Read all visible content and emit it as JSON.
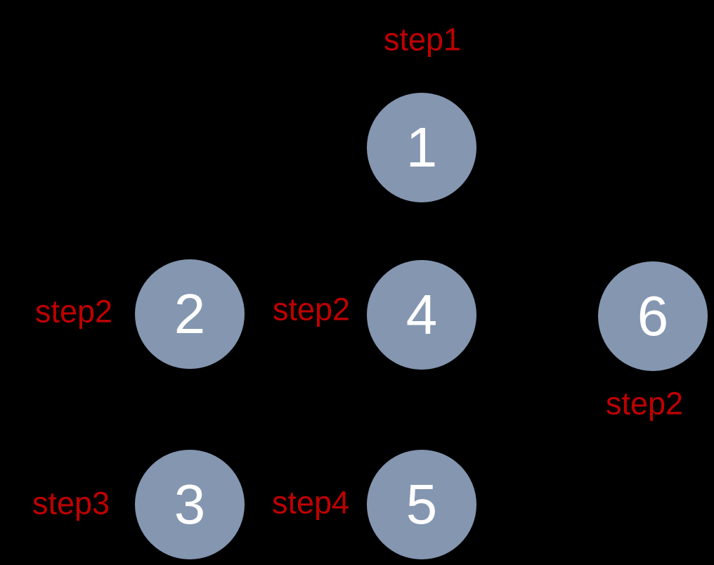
{
  "diagram": {
    "type": "tree-traversal-diagram",
    "nodes": [
      {
        "value": "1",
        "step": "step1"
      },
      {
        "value": "2",
        "step": "step2"
      },
      {
        "value": "3",
        "step": "step3"
      },
      {
        "value": "4",
        "step": "step2"
      },
      {
        "value": "5",
        "step": "step4"
      },
      {
        "value": "6",
        "step": "step2"
      }
    ],
    "step_labels": [
      {
        "text": "step1",
        "attached_to_node": "1",
        "position": "above"
      },
      {
        "text": "step2",
        "attached_to_node": "2",
        "position": "left"
      },
      {
        "text": "step2",
        "attached_to_node": "4",
        "position": "left"
      },
      {
        "text": "step2",
        "attached_to_node": "6",
        "position": "below"
      },
      {
        "text": "step3",
        "attached_to_node": "3",
        "position": "left"
      },
      {
        "text": "step4",
        "attached_to_node": "5",
        "position": "left"
      }
    ]
  },
  "colors": {
    "background": "#000000",
    "node_fill": "#8496B0",
    "node_text": "#FFFFFF",
    "step_color": "#C00000"
  }
}
